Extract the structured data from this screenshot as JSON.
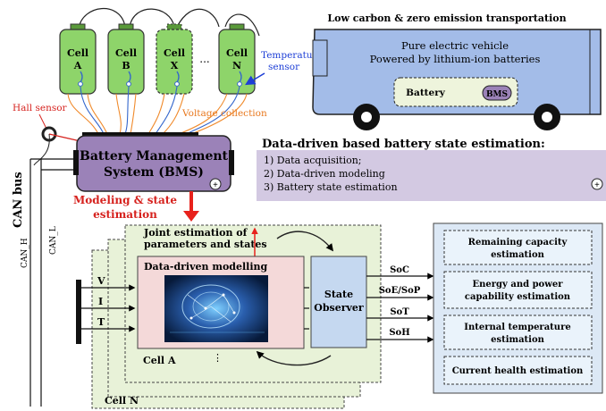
{
  "cells": [
    {
      "label_line1": "Cell",
      "label_line2": "A"
    },
    {
      "label_line1": "Cell",
      "label_line2": "B"
    },
    {
      "label_line1": "Cell",
      "label_line2": "X"
    },
    {
      "label_line1": "Cell",
      "label_line2": "N"
    }
  ],
  "cell_ellipsis": "...",
  "temperature_sensor": {
    "line1": "Temperature",
    "line2": "sensor"
  },
  "voltage_collection": "Voltage collection",
  "hall_sensor": "Hall sensor",
  "bms": {
    "line1": "Battery Management",
    "line2": "System (BMS)"
  },
  "modeling_state": {
    "line1": "Modeling & state",
    "line2": "estimation"
  },
  "can": {
    "bus": "CAN bus",
    "high": "CAN_H",
    "low": "CAN_L"
  },
  "vehicle": {
    "header": "Low carbon & zero emission transportation",
    "line1": "Pure electric vehicle",
    "line2": "Powered by lithium-ion batteries",
    "battery_label": "Battery",
    "bms_label": "BMS"
  },
  "data_driven": {
    "title": "Data-driven based battery state estimation:",
    "steps": [
      "1) Data acquisition;",
      "2) Data-driven modeling",
      "3) Battery state estimation"
    ]
  },
  "joint": {
    "line1": "Joint estimation of",
    "line2": "parameters and states"
  },
  "modelling_title": "Data-driven modelling",
  "observer": {
    "line1": "State",
    "line2": "Observer"
  },
  "inputs": [
    "V",
    "I",
    "T"
  ],
  "outputs": [
    "SoC",
    "SoE/SoP",
    "SoT",
    "SoH"
  ],
  "cell_a": "Cell A",
  "cell_n": "Cell N",
  "vertical_ellipsis": "⋮",
  "estimations": [
    {
      "line1": "Remaining capacity",
      "line2": "estimation"
    },
    {
      "line1": "Energy and power",
      "line2": "capability estimation"
    },
    {
      "line1": "Internal temperature",
      "line2": "estimation"
    },
    {
      "line1": "Current health estimation",
      "line2": ""
    }
  ],
  "colors": {
    "cell_green": "#8ed46a",
    "vehicle_blue": "#a3bce8",
    "bms_purple": "#9b82b8",
    "panel_lavender": "#d3c9e2",
    "cell_panel_green": "#e8f2d8",
    "modelling_pink": "#f4d9d9",
    "observer_blue": "#c5d8f0",
    "estimation_panel": "#dce8f5",
    "arrow_red": "#e8211c",
    "label_red": "#d6221e",
    "wire_orange": "#f08a2b",
    "wire_blue": "#3366cc"
  }
}
